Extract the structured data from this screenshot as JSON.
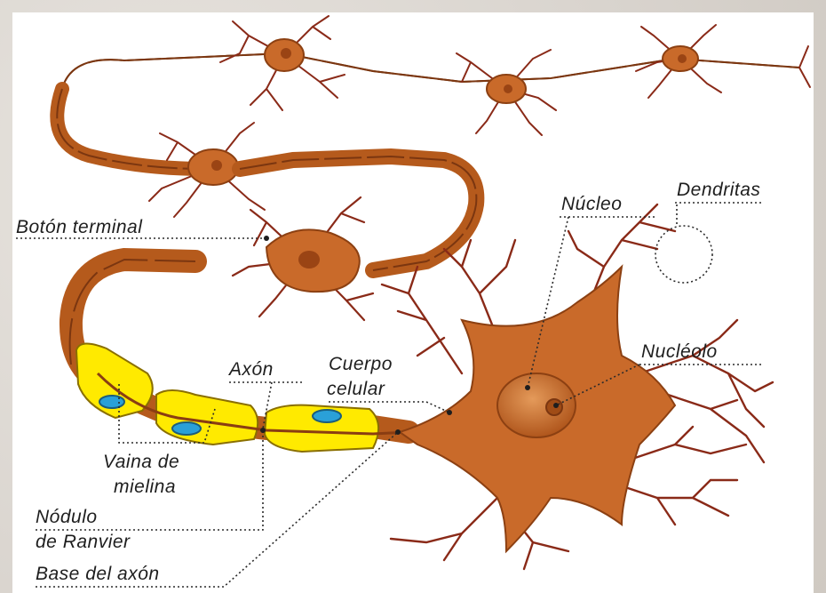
{
  "labels": {
    "boton_terminal": "Botón terminal",
    "nucleo": "Núcleo",
    "dendritas": "Dendritas",
    "nucleolo": "Nucléolo",
    "axon": "Axón",
    "cuerpo_celular_1": "Cuerpo",
    "cuerpo_celular_2": "celular",
    "vaina_1": "Vaina de",
    "vaina_2": "mielina",
    "nodulo_1": "Nódulo",
    "nodulo_2": "de Ranvier",
    "base_axon": "Base del axón"
  },
  "colors": {
    "myelin": "#ffea00",
    "axon": "#c0601f",
    "neuron_body": "#c96a2a",
    "dendrite": "#8a2a18",
    "nucleus_cell": "#2aa0d8"
  }
}
